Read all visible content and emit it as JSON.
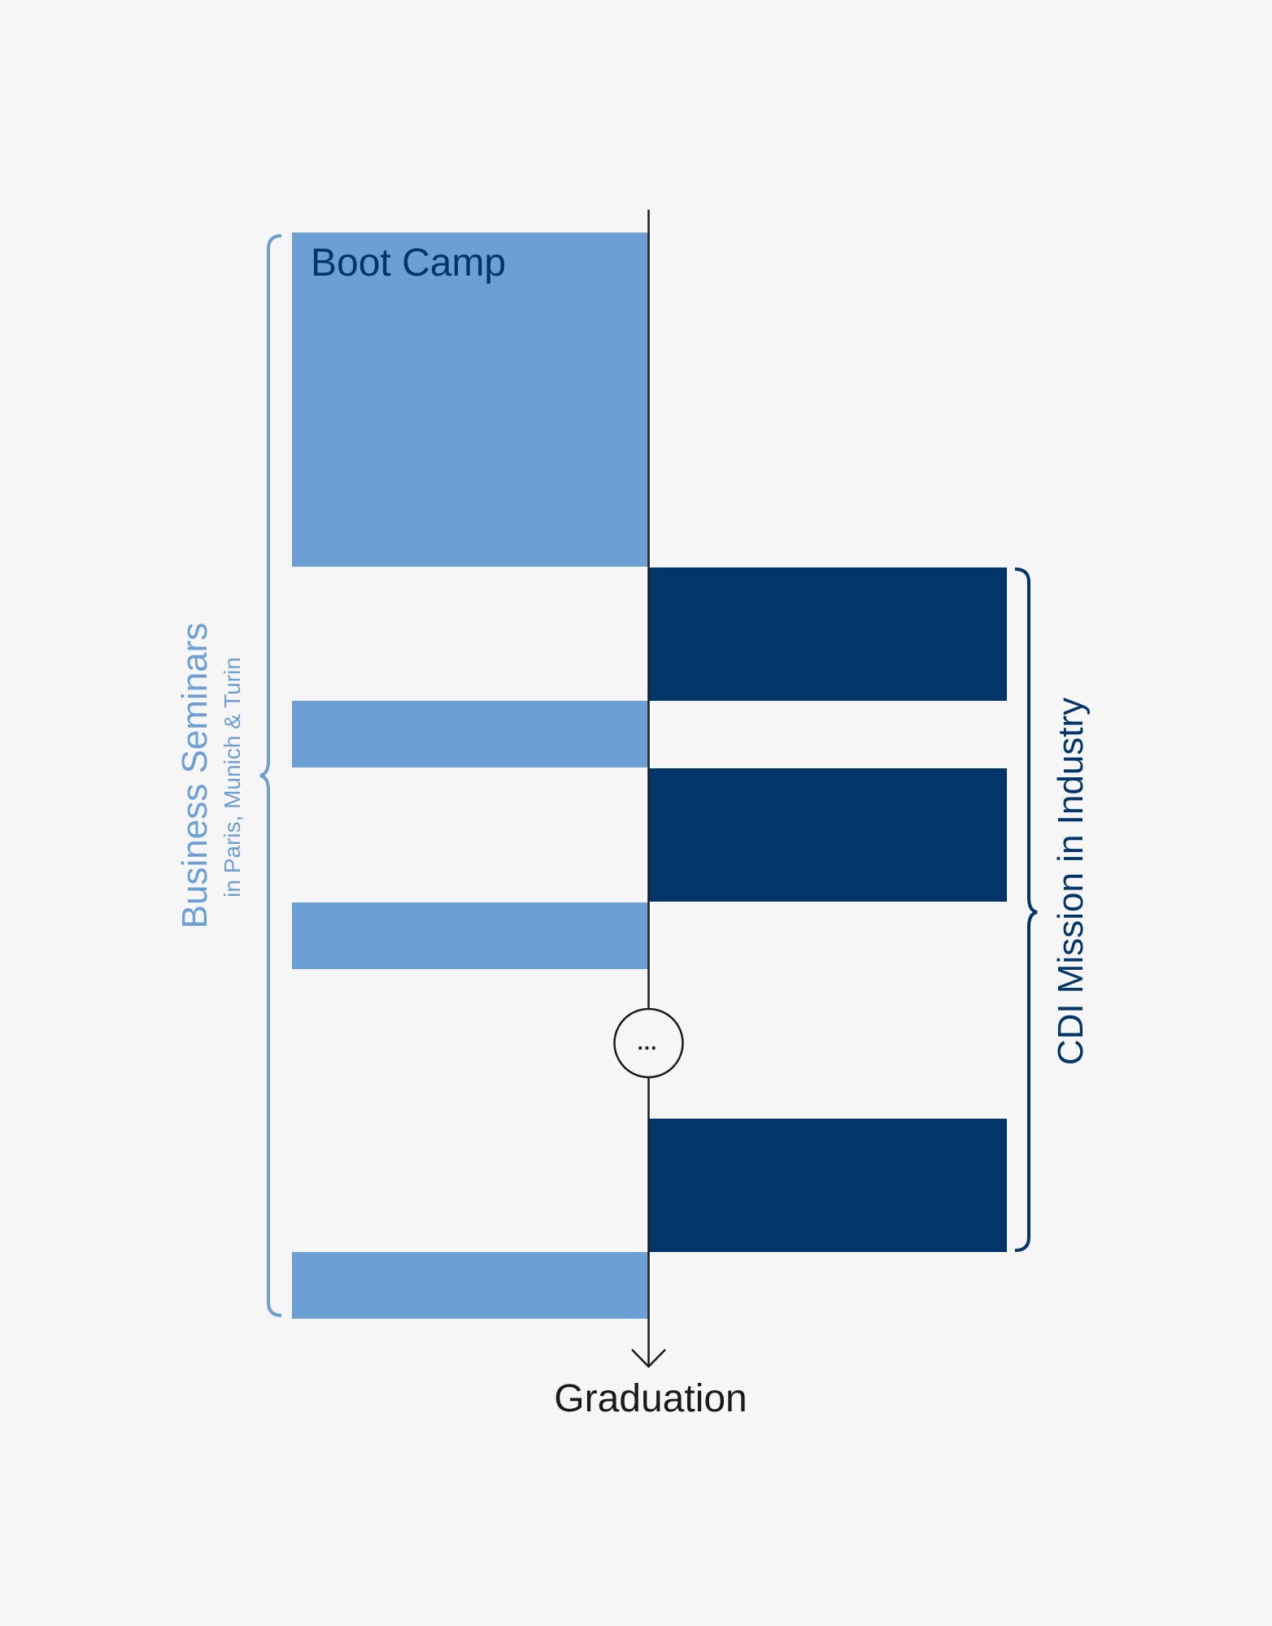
{
  "boot_camp_label": "Boot Camp",
  "graduation_label": "Graduation",
  "business_seminars": {
    "title": "Business Seminars",
    "subtitle": "in Paris, Munich & Turin"
  },
  "cdi_mission": {
    "title": "CDI Mission in Industry"
  },
  "ellipsis": "...",
  "colors": {
    "light_blue": "#6ca0d5",
    "dark_blue": "#02366a",
    "axis": "#1a1a1a",
    "background": "#f6f6f6"
  }
}
